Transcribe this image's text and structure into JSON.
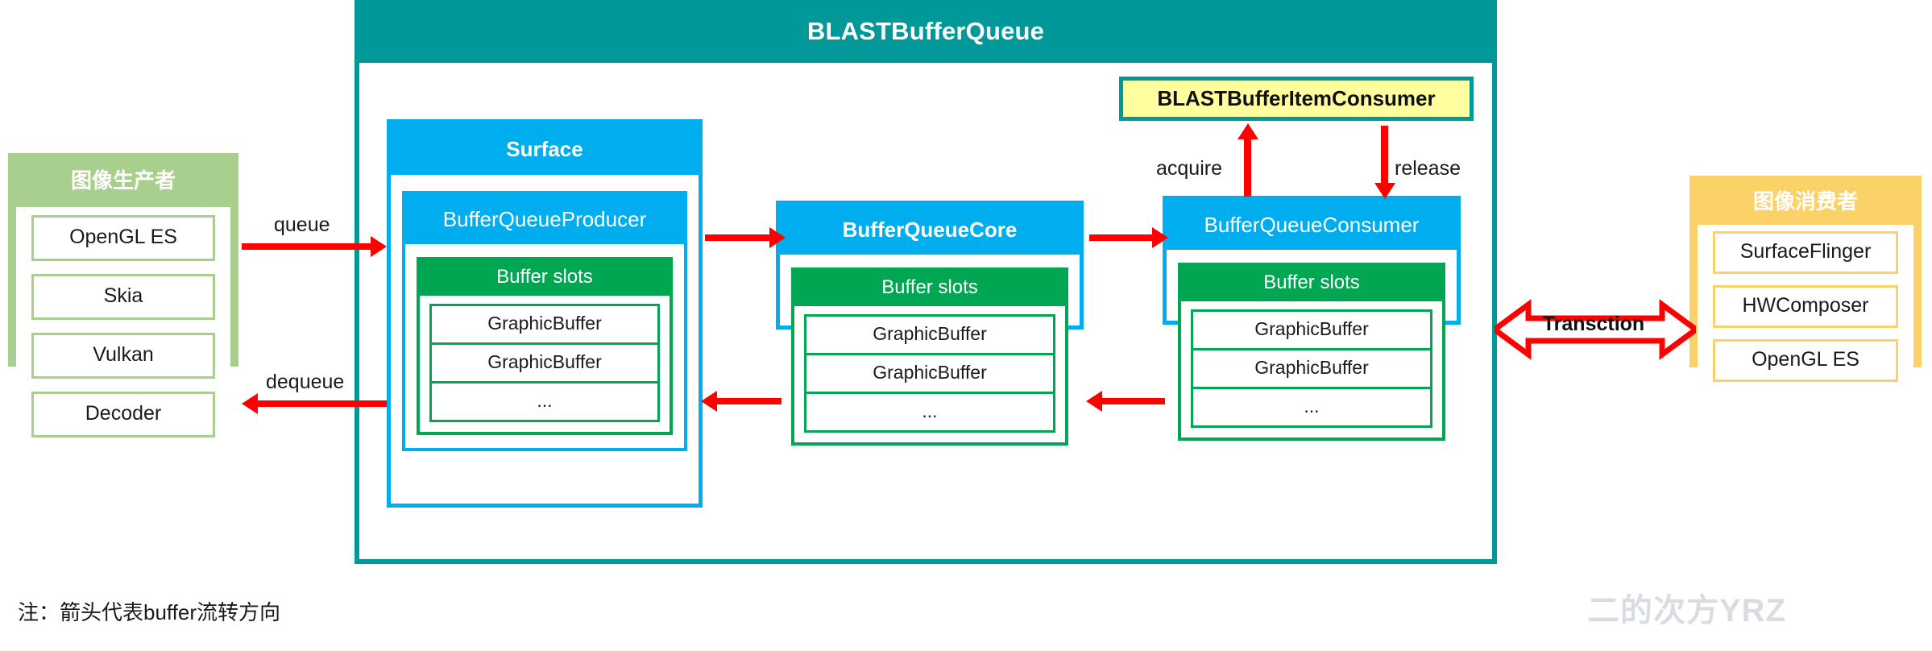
{
  "diagram": {
    "container": {
      "title": "BLASTBufferQueue"
    },
    "item_consumer": {
      "label": "BLASTBufferItemConsumer"
    },
    "producer_panel": {
      "title": "图像生产者",
      "items": [
        {
          "label": "OpenGL ES"
        },
        {
          "label": "Skia"
        },
        {
          "label": "Vulkan"
        },
        {
          "label": "Decoder"
        }
      ]
    },
    "consumer_panel": {
      "title": "图像消费者",
      "items": [
        {
          "label": "SurfaceFlinger"
        },
        {
          "label": "HWComposer"
        },
        {
          "label": "OpenGL ES"
        }
      ]
    },
    "surface": {
      "title": "Surface",
      "producer": {
        "title": "BufferQueueProducer",
        "slots": {
          "title": "Buffer slots",
          "rows": [
            "GraphicBuffer",
            "GraphicBuffer",
            "..."
          ]
        }
      }
    },
    "core": {
      "title": "BufferQueueCore",
      "slots": {
        "title": "Buffer slots",
        "rows": [
          "GraphicBuffer",
          "GraphicBuffer",
          "..."
        ]
      }
    },
    "consumer": {
      "title": "BufferQueueConsumer",
      "slots": {
        "title": "Buffer slots",
        "rows": [
          "GraphicBuffer",
          "GraphicBuffer",
          "..."
        ]
      }
    },
    "arrows": {
      "queue": "queue",
      "dequeue": "dequeue",
      "acquire": "acquire",
      "release": "release",
      "transaction": "Transction"
    },
    "footer": {
      "note": "注：箭头代表buffer流转方向",
      "watermark": "二的次方YRZ"
    },
    "colors": {
      "teal": "#009898",
      "blue": "#00aeef",
      "green": "#00a651",
      "red": "#ff0000",
      "producer_green": "#a9cf8f",
      "consumer_yellow": "#fbd268",
      "item_consumer_fill": "#ffffa0"
    }
  }
}
